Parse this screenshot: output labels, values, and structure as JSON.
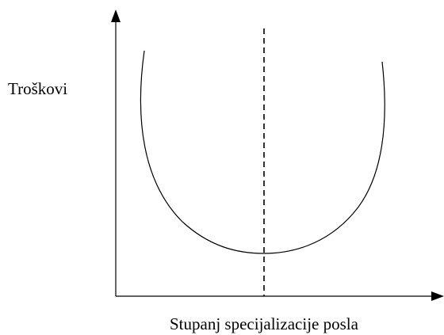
{
  "chart_data": {
    "type": "line",
    "title": "",
    "xlabel": "Stupanj specijalizacije posla",
    "ylabel": "Troškovi",
    "grid": false,
    "legend": "none",
    "series": [
      {
        "name": "",
        "shape": "U-shaped cost curve",
        "color": "#000000"
      }
    ],
    "optimum_marker": {
      "style": "dashed vertical line at curve minimum",
      "color": "#000000"
    },
    "axis_color": "#000000"
  }
}
